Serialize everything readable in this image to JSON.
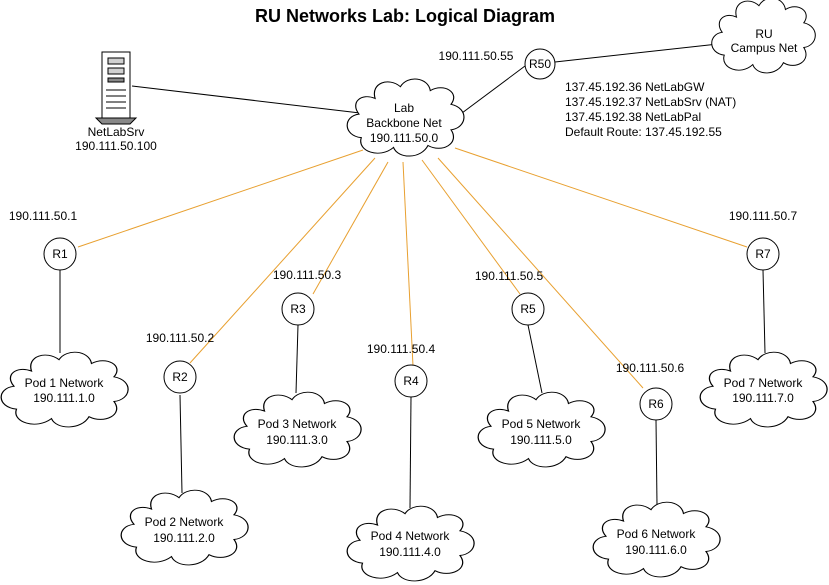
{
  "title": "RU Networks Lab:  Logical Diagram",
  "colors": {
    "backbone_link": "#e8a030",
    "pod_link": "#000000"
  },
  "server": {
    "icon": "server-tower-icon",
    "name": "NetLabSrv",
    "ip": "190.111.50.100"
  },
  "campus": {
    "line1": "RU",
    "line2": "Campus Net"
  },
  "backbone": {
    "line1": "Lab",
    "line2": "Backbone Net",
    "line3": "190.111.50.0"
  },
  "r50": {
    "label": "R50",
    "ip": "190.111.50.55"
  },
  "campus_info": [
    "137.45.192.36 NetLabGW",
    "137.45.192.37 NetLabSrv (NAT)",
    "137.45.192.38 NetLabPal",
    "Default Route:  137.45.192.55"
  ],
  "pods": [
    {
      "router": "R1",
      "router_ip": "190.111.50.1",
      "network": "Pod 1 Network",
      "network_ip": "190.111.1.0"
    },
    {
      "router": "R2",
      "router_ip": "190.111.50.2",
      "network": "Pod 2 Network",
      "network_ip": "190.111.2.0"
    },
    {
      "router": "R3",
      "router_ip": "190.111.50.3",
      "network": "Pod 3 Network",
      "network_ip": "190.111.3.0"
    },
    {
      "router": "R4",
      "router_ip": "190.111.50.4",
      "network": "Pod 4 Network",
      "network_ip": "190.111.4.0"
    },
    {
      "router": "R5",
      "router_ip": "190.111.50.5",
      "network": "Pod 5 Network",
      "network_ip": "190.111.5.0"
    },
    {
      "router": "R6",
      "router_ip": "190.111.50.6",
      "network": "Pod 6 Network",
      "network_ip": "190.111.6.0"
    },
    {
      "router": "R7",
      "router_ip": "190.111.50.7",
      "network": "Pod 7 Network",
      "network_ip": "190.111.7.0"
    }
  ]
}
